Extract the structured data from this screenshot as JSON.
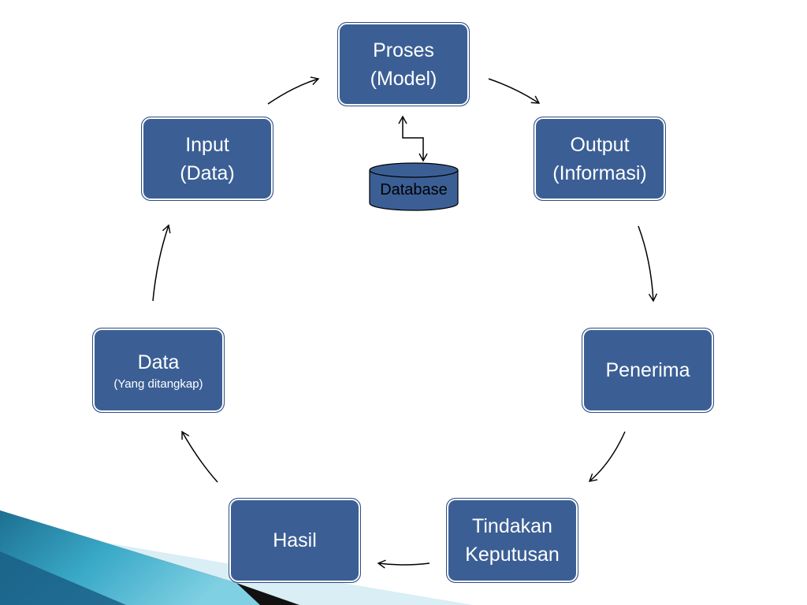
{
  "colors": {
    "node_fill": "#3b5f95",
    "node_text": "#ffffff",
    "arrow": "#000000",
    "accent_teal": "#2a8fb0"
  },
  "nodes": {
    "proses": {
      "line1": "Proses",
      "line2": "(Model)"
    },
    "input": {
      "line1": "Input",
      "line2": "(Data)"
    },
    "output": {
      "line1": "Output",
      "line2": "(Informasi)"
    },
    "data": {
      "line1": "Data",
      "line2": "(Yang ditangkap)"
    },
    "penerima": {
      "line1": "Penerima"
    },
    "hasil": {
      "line1": "Hasil"
    },
    "tindakan": {
      "line1": "Tindakan",
      "line2": "Keputusan"
    }
  },
  "database": {
    "label": "Database",
    "icon": "database-cylinder-icon"
  }
}
